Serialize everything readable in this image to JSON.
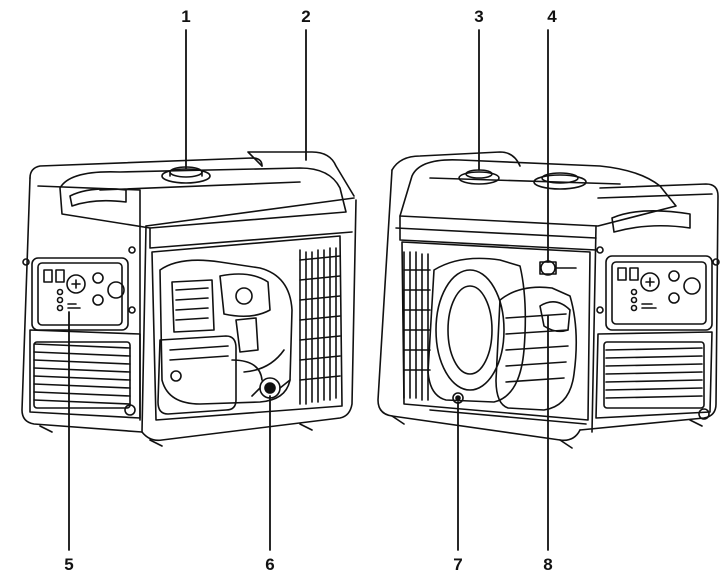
{
  "colors": {
    "ink": "#111111",
    "background": "#ffffff"
  },
  "callouts": [
    {
      "label": "1"
    },
    {
      "label": "2"
    },
    {
      "label": "3"
    },
    {
      "label": "4"
    },
    {
      "label": "5"
    },
    {
      "label": "6"
    },
    {
      "label": "7"
    },
    {
      "label": "8"
    }
  ]
}
